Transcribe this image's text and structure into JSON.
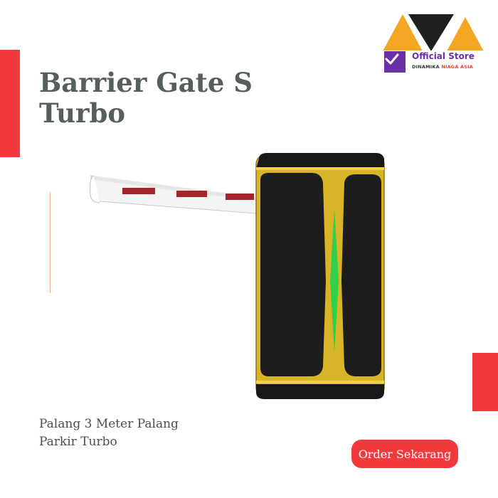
{
  "brand": {
    "store_label": "Official Store",
    "company_name_part1": "DINAMIKA",
    "company_name_part2": "NIAGA ASIA",
    "colors": {
      "logo_orange": "#f5a623",
      "logo_purple": "#6b2fa8",
      "accent_red": "#f23a3c"
    }
  },
  "product": {
    "title_line1": "Barrier Gate S",
    "title_line2": "Turbo",
    "description_line1": "Palang 3 Meter Palang",
    "description_line2": "Parkir Turbo"
  },
  "cta": {
    "order_label": "Order Sekarang"
  },
  "illustration": {
    "subject": "barrier-gate",
    "body_color": "#1c1c1c",
    "trim_color": "#d8b427",
    "indicator_color": "#2fd04a",
    "arm_stripe_color": "#a3262c"
  }
}
